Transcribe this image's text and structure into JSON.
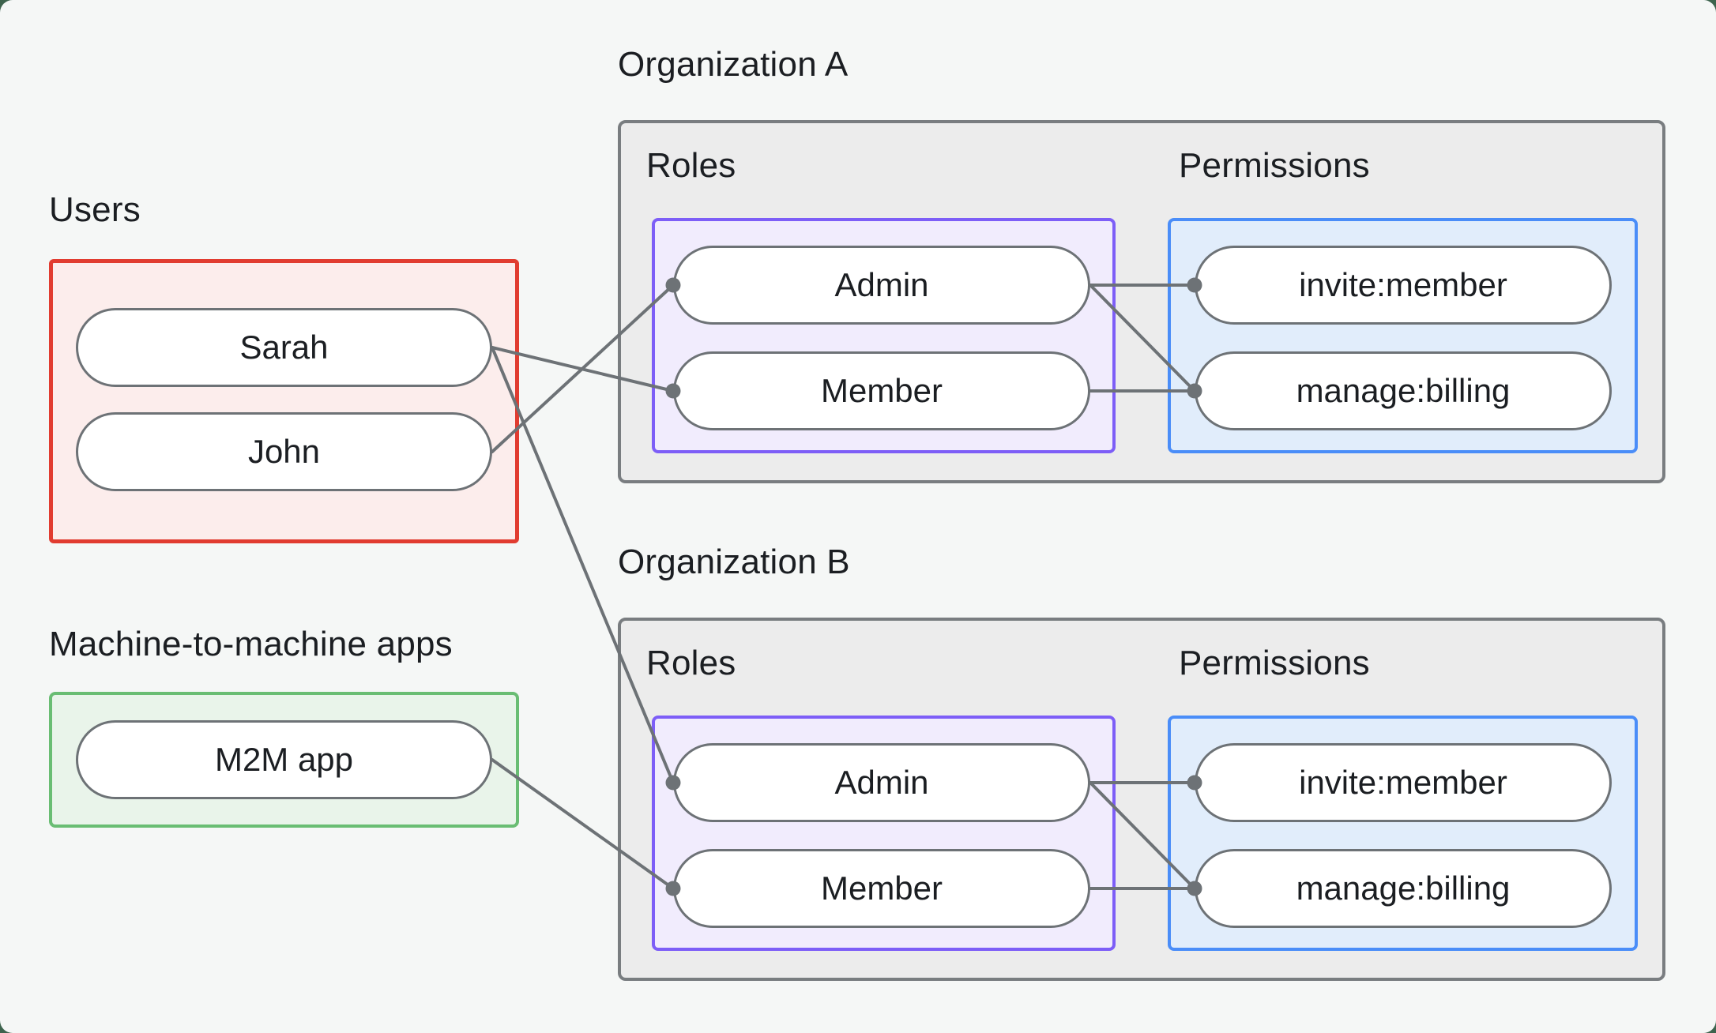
{
  "colors": {
    "page-bg": "#3d634d",
    "surface": "#f5f7f6",
    "text": "#1b1e22",
    "users-border": "#e13c30",
    "users-fill": "#fcedec",
    "m2m-border": "#69bd73",
    "m2m-fill": "#e9f4ea",
    "org-border": "#797d80",
    "org-fill": "#ececec",
    "roles-border": "#7d5ef7",
    "roles-fill": "#f1ecfd",
    "permissions-border": "#4a8df8",
    "permissions-fill": "#e1edfb",
    "pill-border": "#6d7276",
    "pill-fill": "#ffffff",
    "connector": "#6d7276"
  },
  "users_group": {
    "label": "Users",
    "items": [
      "Sarah",
      "John"
    ]
  },
  "m2m_group": {
    "label": "Machine-to-machine apps",
    "items": [
      "M2M app"
    ]
  },
  "organizations": [
    {
      "title": "Organization A",
      "roles_label": "Roles",
      "permissions_label": "Permissions",
      "roles": [
        "Admin",
        "Member"
      ],
      "permissions": [
        "invite:member",
        "manage:billing"
      ]
    },
    {
      "title": "Organization B",
      "roles_label": "Roles",
      "permissions_label": "Permissions",
      "roles": [
        "Admin",
        "Member"
      ],
      "permissions": [
        "invite:member",
        "manage:billing"
      ]
    }
  ],
  "connections": [
    {
      "from": "Sarah",
      "to": "Organization A / Member"
    },
    {
      "from": "Sarah",
      "to": "Organization B / Admin"
    },
    {
      "from": "John",
      "to": "Organization A / Admin"
    },
    {
      "from": "M2M app",
      "to": "Organization B / Member"
    },
    {
      "from": "Organization A / Admin",
      "to": "Organization A / invite:member"
    },
    {
      "from": "Organization A / Admin",
      "to": "Organization A / manage:billing"
    },
    {
      "from": "Organization A / Member",
      "to": "Organization A / manage:billing"
    },
    {
      "from": "Organization B / Admin",
      "to": "Organization B / invite:member"
    },
    {
      "from": "Organization B / Admin",
      "to": "Organization B / manage:billing"
    },
    {
      "from": "Organization B / Member",
      "to": "Organization B / manage:billing"
    }
  ]
}
